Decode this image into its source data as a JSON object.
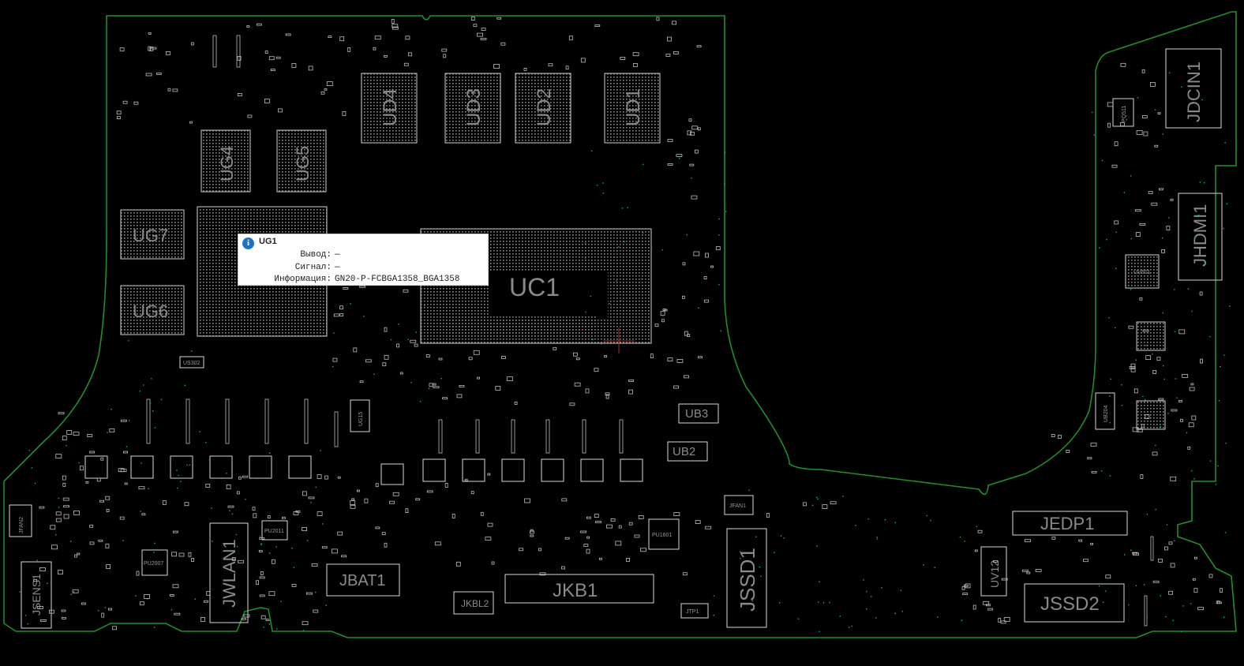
{
  "tooltip": {
    "title": "UG1",
    "icon": "info-icon",
    "rows": [
      {
        "key": "Вывод:",
        "value": "—"
      },
      {
        "key": "Сигнал:",
        "value": "—"
      },
      {
        "key": "Информация:",
        "value": "GN20-P-FCBGA1358_BGA1358"
      }
    ]
  },
  "labels": {
    "ud4": "UD4",
    "ud3": "UD3",
    "ud2": "UD2",
    "ud1": "UD1",
    "ug4": "UG4",
    "ug5": "UG5",
    "ug7": "UG7",
    "ug6": "UG6",
    "uc1": "UC1",
    "ub3": "UB3",
    "ub2": "UB2",
    "ug15": "UG15",
    "jdcin1": "JDCIN1",
    "jhdmi1": "JHDMI1",
    "jedp1": "JEDP1",
    "jssd2": "JSSD2",
    "jssd1": "JSSD1",
    "jkb1": "JKB1",
    "jkbl2": "JKBL2",
    "jbat1": "JBAT1",
    "jwlan1": "JWLAN1",
    "jsens1": "JSENS1",
    "jfan1": "JFAN1",
    "jfan2": "JFAN2",
    "jtp1": "JTP1",
    "uv12": "UV12",
    "uv601": "UV601",
    "pu2011": "PU2011",
    "pu1601": "PU1601",
    "pu2007": "PU2007",
    "us302": "US302",
    "pq511": "PQ511",
    "ub204": "UB204"
  },
  "colors": {
    "board_outline": "#1e8f2a",
    "silkscreen": "#d8d8d8",
    "label": "#8a8a8a",
    "via": "#1fa3a3",
    "tooltip_icon": "#1a73c9"
  }
}
